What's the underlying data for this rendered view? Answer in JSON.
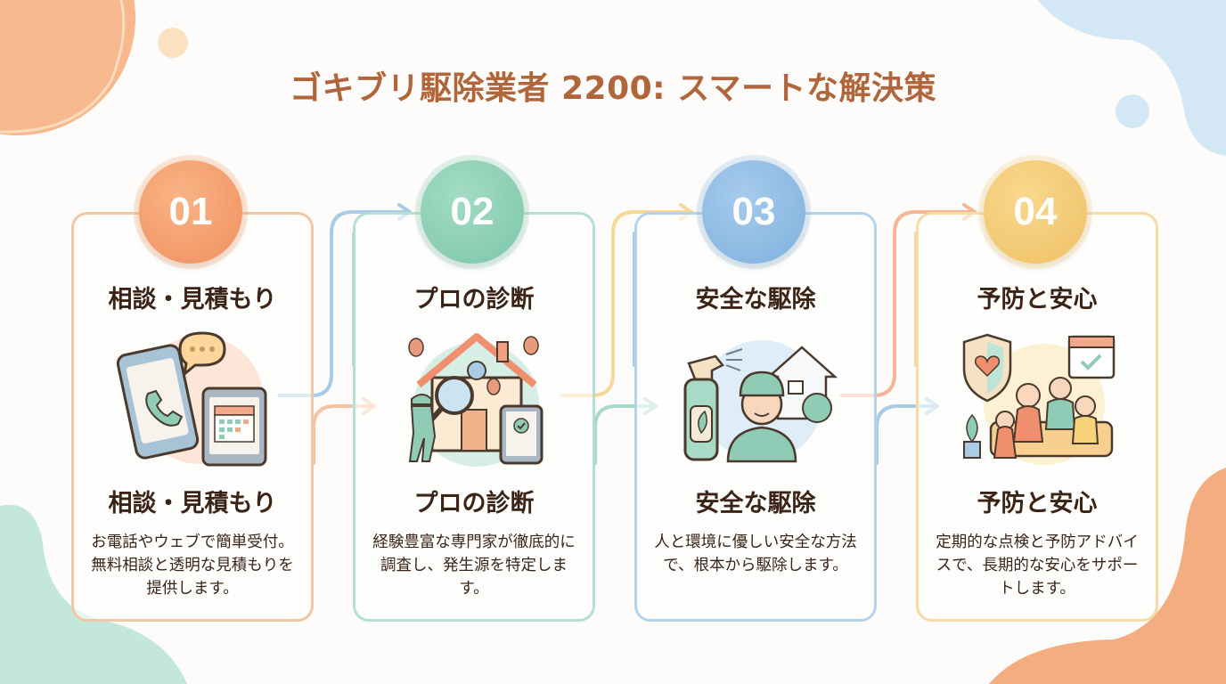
{
  "title": "ゴキブリ駆除業者 2200: スマートな解決策",
  "colors": {
    "title": "#b0653a",
    "text": "#3b2416",
    "step1": "#f3a67a",
    "step2": "#8fd2b8",
    "step3": "#8fbbe3",
    "step4": "#f5cf7a"
  },
  "steps": [
    {
      "number": "01",
      "heading": "相談・見積もり",
      "subheading": "相談・見積もり",
      "description": "お電話やウェブで簡単受付。無料相談と透明な見積もりを提供します。",
      "icon": "phone-tablet-calendar-icon"
    },
    {
      "number": "02",
      "heading": "プロの診断",
      "subheading": "プロの診断",
      "description": "経験豊富な専門家が徹底的に調査し、発生源を特定します。",
      "icon": "house-inspection-icon"
    },
    {
      "number": "03",
      "heading": "安全な駆除",
      "subheading": "安全な駆除",
      "description": "人と環境に優しい安全な方法で、根本から駆除します。",
      "icon": "spray-technician-icon"
    },
    {
      "number": "04",
      "heading": "予防と安心",
      "subheading": "予防と安心",
      "description": "定期的な点検と予防アドバイスで、長期的な安心をサポートします。",
      "icon": "family-shield-icon"
    }
  ]
}
